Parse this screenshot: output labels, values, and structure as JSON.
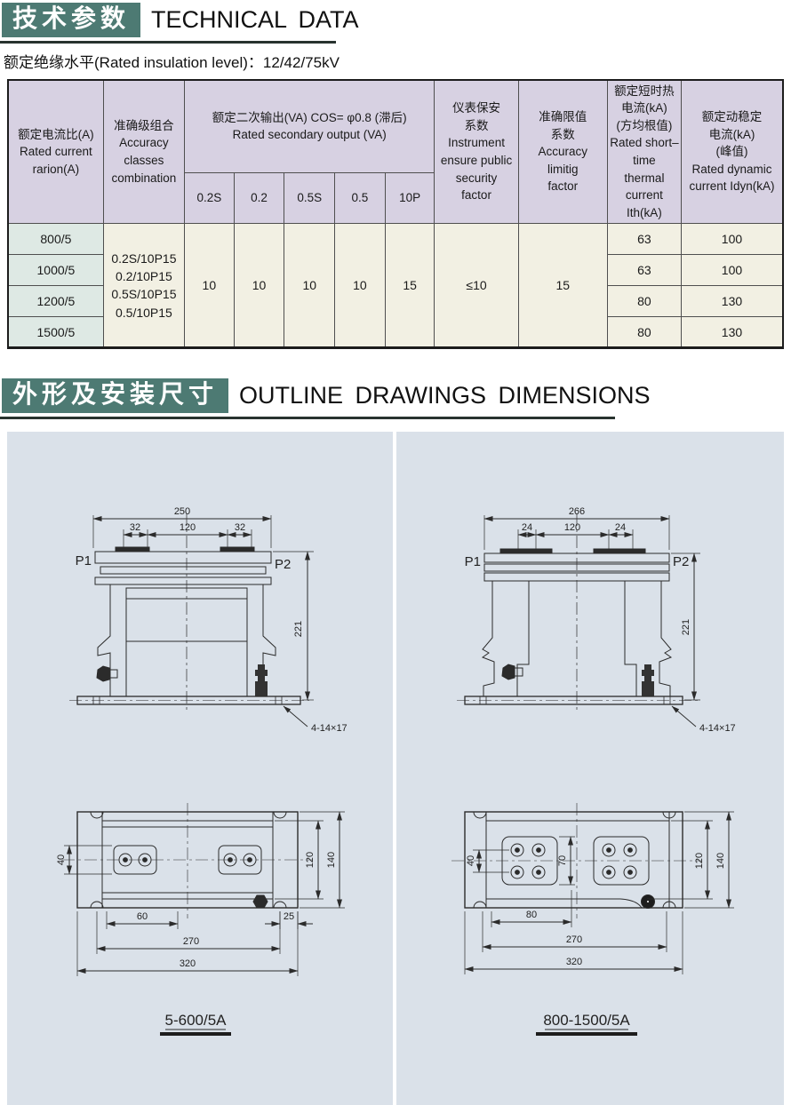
{
  "section1": {
    "title_zh": "技术参数",
    "title_en": "TECHNICAL DATA",
    "subtitle": "额定绝缘水平(Rated insulation level)：12/42/75kV"
  },
  "table": {
    "header": {
      "c1": "额定电流比(A)\nRated current\nrarion(A)",
      "c2": "准确级组合\nAccuracy\nclasses\ncombination",
      "group": "额定二次输出(VA) COS= φ0.8 (滞后)\nRated secondary output (VA)",
      "sub": [
        "0.2S",
        "0.2",
        "0.5S",
        "0.5",
        "10P"
      ],
      "c4": "仪表保安\n系数\nInstrument\nensure public\nsecurity\nfactor",
      "c5": "准确限值\n系数\nAccuracy\nlimitig\nfactor",
      "c6": "额定短时热\n电流(kA)\n(方均根值)\nRated short–time\nthermal current\nIth(kA)",
      "c7": "额定动稳定\n电流(kA)\n(峰值)\nRated dynamic\ncurrent Idyn(kA)"
    },
    "body": {
      "ratios": [
        "800/5",
        "1000/5",
        "1200/5",
        "1500/5"
      ],
      "combo": "0.2S/10P15\n0.2/10P15\n0.5S/10P15\n0.5/10P15",
      "out": [
        "10",
        "10",
        "10",
        "10",
        "15"
      ],
      "instrument": "≤10",
      "limit": "15",
      "thermal": [
        "63",
        "63",
        "80",
        "80"
      ],
      "dynamic": [
        "100",
        "100",
        "130",
        "130"
      ]
    }
  },
  "section2": {
    "title_zh": "外形及安装尺寸",
    "title_en": "OUTLINE DRAWINGS DIMENSIONS"
  },
  "drawings": {
    "left": {
      "caption": "5-600/5A",
      "front": {
        "d250": "250",
        "d32a": "32",
        "d120": "120",
        "d32b": "32",
        "p1": "P1",
        "p2": "P2",
        "d221": "221",
        "holes": "4-14×17"
      },
      "top": {
        "d40": "40",
        "d120": "120",
        "d140": "140",
        "d60": "60",
        "d25": "25",
        "d270": "270",
        "d320": "320"
      }
    },
    "right": {
      "caption": "800-1500/5A",
      "front": {
        "d266": "266",
        "d24a": "24",
        "d120": "120",
        "d24b": "24",
        "p1": "P1",
        "p2": "P2",
        "d221": "221",
        "holes": "4-14×17"
      },
      "top": {
        "d40": "40",
        "d70": "70",
        "d80": "80",
        "d120": "120",
        "d140": "140",
        "d270": "270",
        "d320": "320"
      }
    }
  }
}
